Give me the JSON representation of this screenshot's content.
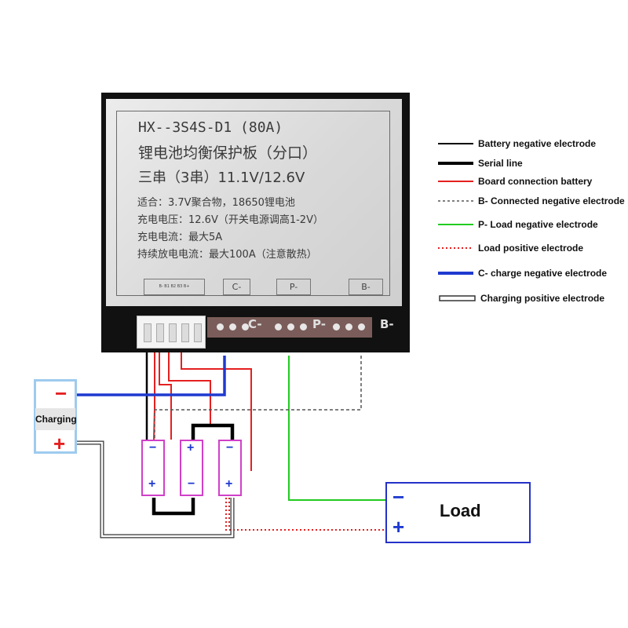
{
  "board": {
    "model_line": "HX--3S4S-D1  (80A)",
    "title_line": "锂电池均衡保护板（分口）",
    "series_line": "三串（3串）11.1V/12.6V",
    "spec_lines": [
      "适合：3.7V聚合物，18650锂电池",
      "充电电压：12.6V（开关电源调高1-2V）",
      "充电电流：最大5A",
      "持续放电电流：最大100A（注意散热）"
    ],
    "small_pad": "B- B1 B2 B3 B+",
    "pads": [
      "C-",
      "P-",
      "B-"
    ],
    "marks": [
      "C-",
      "P-",
      "B-"
    ]
  },
  "legend": [
    {
      "text": "Battery negative electrode",
      "style": "thin-black",
      "color": "#000000"
    },
    {
      "text": "Serial line",
      "style": "thick-black",
      "color": "#000000"
    },
    {
      "text": "Board connection battery",
      "style": "red",
      "color": "#e52020"
    },
    {
      "text": "B- Connected negative electrode",
      "style": "dashed-gray",
      "color": "#555555"
    },
    {
      "text": "P- Load negative electrode",
      "style": "green",
      "color": "#22cc22"
    },
    {
      "text": "Load positive electrode",
      "style": "dotted-red",
      "color": "#e52020"
    },
    {
      "text": "C- charge negative electrode",
      "style": "blue",
      "color": "#1f3ad0"
    },
    {
      "text": "Charging positive electrode",
      "style": "double-outline",
      "color": "#333333"
    }
  ],
  "charger": {
    "label": "Charging",
    "minus": "−",
    "plus": "+"
  },
  "cells": [
    {
      "top": "−",
      "bottom": "+"
    },
    {
      "top": "+",
      "bottom": "−"
    },
    {
      "top": "−",
      "bottom": "+"
    }
  ],
  "load": {
    "label": "Load",
    "minus": "−",
    "plus": "+"
  },
  "colors": {
    "blue": "#1f3ad0",
    "red": "#e52020",
    "green": "#22cc22",
    "magenta": "#d040c8",
    "board": "#111111"
  }
}
